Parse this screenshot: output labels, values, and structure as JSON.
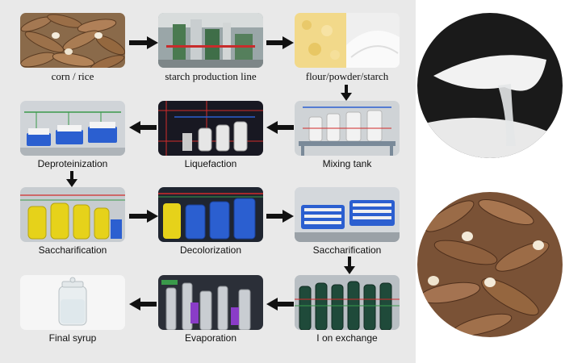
{
  "steps": [
    {
      "id": "corn-rice",
      "label": "corn / rice"
    },
    {
      "id": "starch-production-line",
      "label": "starch production line"
    },
    {
      "id": "flour-powder-starch",
      "label": "flour/powder/starch"
    },
    {
      "id": "mixing-tank",
      "label": "Mixing tank"
    },
    {
      "id": "liquefaction",
      "label": "Liquefaction"
    },
    {
      "id": "deproteinization",
      "label": "Deproteinization"
    },
    {
      "id": "saccharification-1",
      "label": "Saccharification"
    },
    {
      "id": "decolorization",
      "label": "Decolorization"
    },
    {
      "id": "saccharification-2",
      "label": "Saccharification"
    },
    {
      "id": "ion-exchange",
      "label": "I on exchange"
    },
    {
      "id": "evaporation",
      "label": "Evaporation"
    },
    {
      "id": "final-syrup",
      "label": "Final syrup"
    }
  ],
  "colors": {
    "panel": "#e9e9e9",
    "arrow": "#111111",
    "tank_blue": "#2b5fd0",
    "tank_yellow": "#e6d21a",
    "pipe_red": "#d22b2b"
  }
}
